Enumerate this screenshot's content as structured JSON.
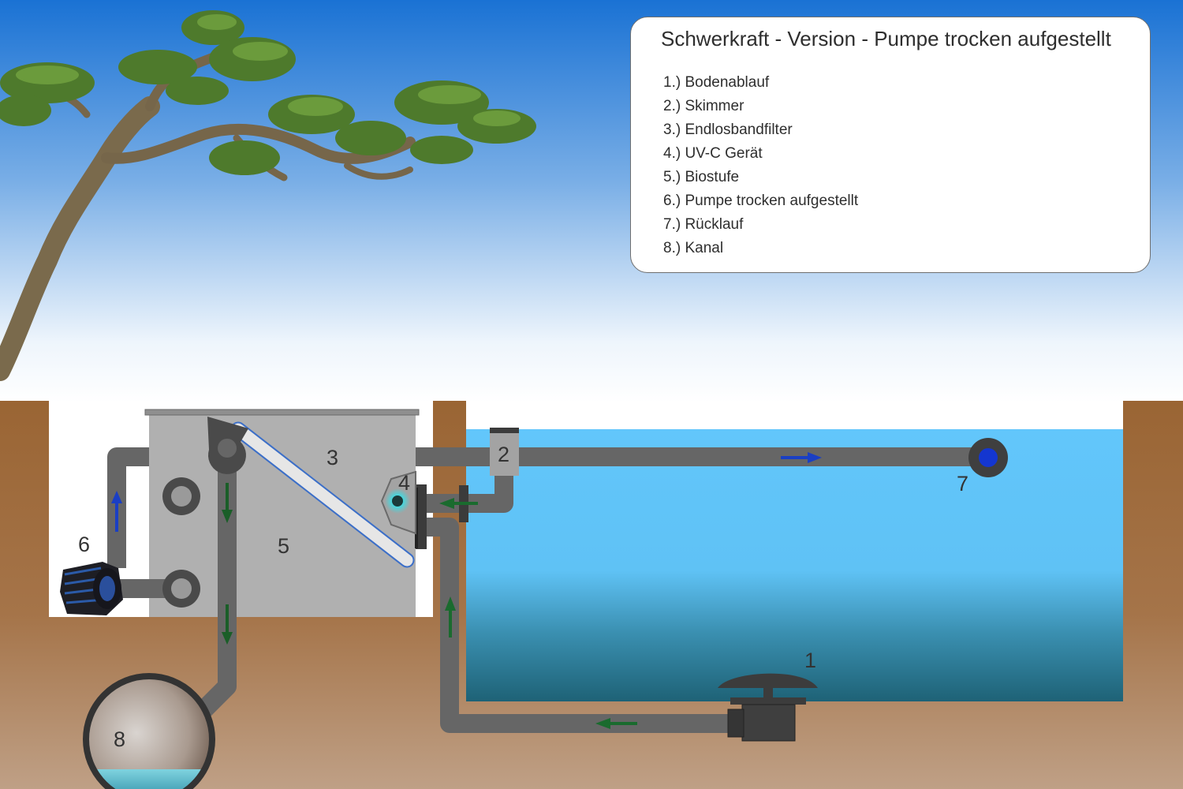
{
  "legend": {
    "title": "Schwerkraft - Version - Pumpe trocken aufgestellt",
    "items": [
      "1.) Bodenablauf",
      "2.) Skimmer",
      "3.) Endlosbandfilter",
      "4.) UV-C Gerät",
      "5.) Biostufe",
      "6.) Pumpe trocken aufgestellt",
      "7.) Rücklauf",
      "8.) Kanal"
    ]
  },
  "labels": {
    "n1": "1",
    "n2": "2",
    "n3": "3",
    "n4": "4",
    "n5": "5",
    "n6": "6",
    "n7": "7",
    "n8": "8"
  },
  "colors": {
    "sky_top": "#1a72d4",
    "earth": "#9a6534",
    "pond_water": "#62c6fb",
    "pond_deep": "#1e6276",
    "pipe": "#666666",
    "filter_box": "#b0b0b0",
    "flow_green": "#1a6b2e",
    "flow_blue": "#1a3fc4",
    "uv_glow": "#35e0e8"
  },
  "icons": {
    "tree": "pine-tree-icon",
    "pump": "pump-icon",
    "bottom_drain": "bottom-drain-icon",
    "skimmer": "skimmer-icon",
    "uv": "uv-lamp-icon",
    "return_nozzle": "return-nozzle-icon"
  }
}
